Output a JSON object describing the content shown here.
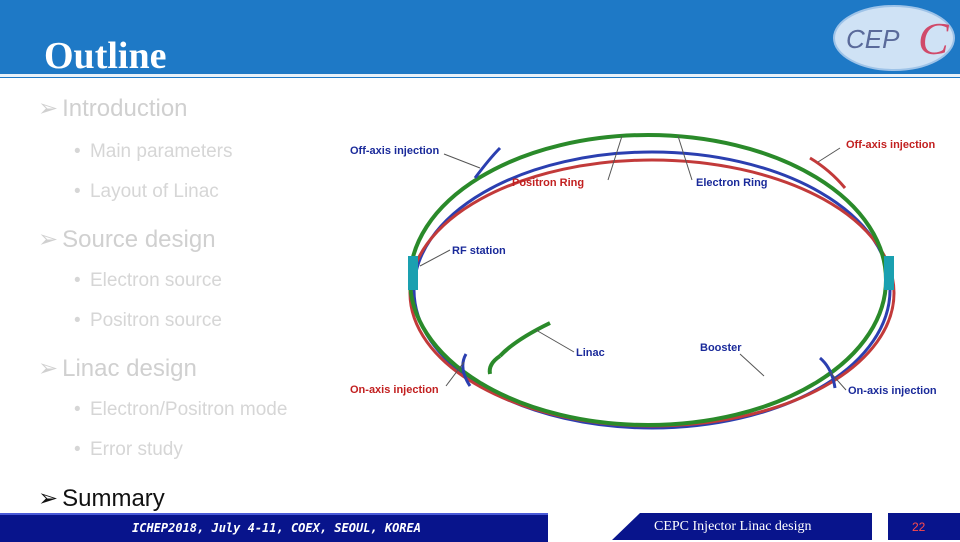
{
  "slide": {
    "title": "Outline",
    "logo_text": "CEP",
    "logo_letter": "C"
  },
  "outline": {
    "sections": [
      {
        "label": "Introduction",
        "items": [
          "Main parameters",
          "Layout of Linac"
        ]
      },
      {
        "label": "Source design",
        "items": [
          "Electron source",
          "Positron source"
        ]
      },
      {
        "label": "Linac design",
        "items": [
          "Electron/Positron mode",
          "Error study"
        ]
      },
      {
        "label": "Summary",
        "items": []
      }
    ]
  },
  "diagram": {
    "labels": {
      "off_axis_left": "Off-axis injection",
      "off_axis_right": "Off-axis injection",
      "positron_ring": "Positron Ring",
      "electron_ring": "Electron Ring",
      "rf_station": "RF station",
      "linac": "Linac",
      "booster": "Booster",
      "on_axis_left": "On-axis injection",
      "on_axis_right": "On-axis injection"
    },
    "colors": {
      "booster": "#2a8a2a",
      "positron": "#c23a3a",
      "electron": "#2b3fb0",
      "label": "#c22020",
      "label_blue": "#1a2a9a",
      "rf": "#1aa0b0"
    }
  },
  "footer": {
    "conference": "ICHEP2018, July 4-11, COEX, SEOUL, KOREA",
    "talk": "CEPC Injector Linac design",
    "page": "22"
  }
}
